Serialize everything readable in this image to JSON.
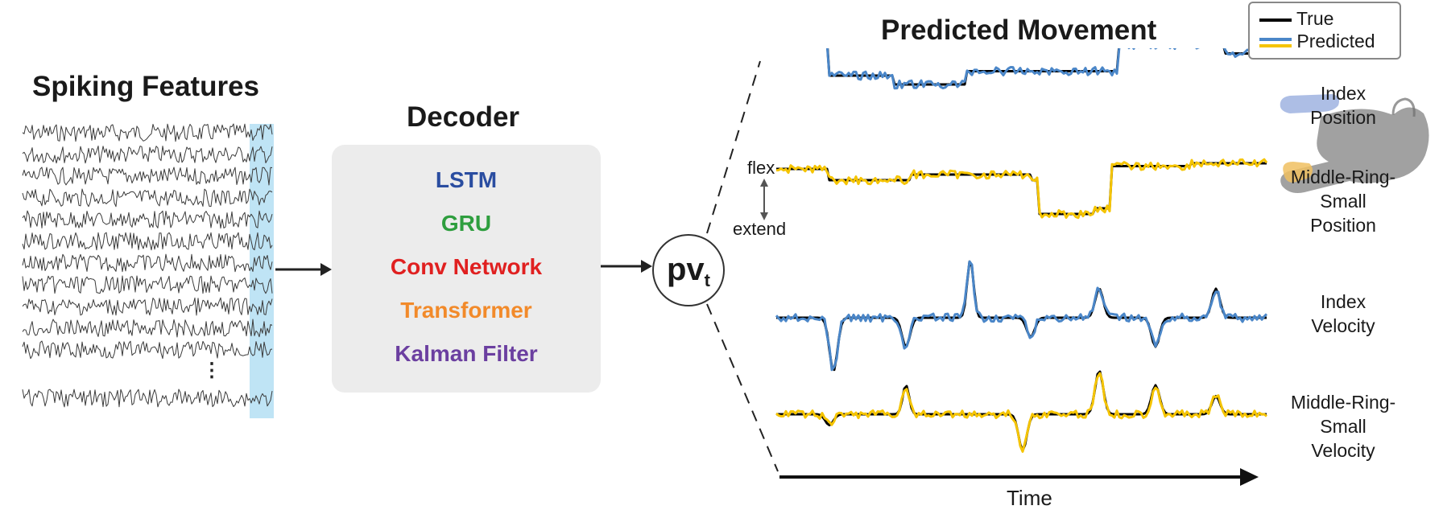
{
  "titles": {
    "spiking": "Spiking Features",
    "decoder": "Decoder",
    "movement": "Predicted Movement"
  },
  "decoder_models": [
    {
      "label": "LSTM",
      "color": "#2a4da0"
    },
    {
      "label": "GRU",
      "color": "#2e9e3e"
    },
    {
      "label": "Conv Network",
      "color": "#e02020"
    },
    {
      "label": "Transformer",
      "color": "#f28a2a"
    },
    {
      "label": "Kalman Filter",
      "color": "#6b3fa0"
    }
  ],
  "output_symbol": {
    "base": "pv",
    "subscript": "t"
  },
  "legend": [
    {
      "label": "True",
      "colors": [
        "#000000"
      ]
    },
    {
      "label": "Predicted",
      "colors": [
        "#4a86c8",
        "#f5c400"
      ]
    }
  ],
  "axis": {
    "time_label": "Time",
    "flex_label": "flex",
    "extend_label": "extend"
  },
  "panels": [
    {
      "label_lines": [
        "Index",
        "Position"
      ],
      "pred_color": "#4a86c8"
    },
    {
      "label_lines": [
        "Middle-Ring-",
        "Small",
        "Position"
      ],
      "pred_color": "#f5c400"
    },
    {
      "label_lines": [
        "Index",
        "Velocity"
      ],
      "pred_color": "#4a86c8"
    },
    {
      "label_lines": [
        "Middle-Ring-",
        "Small",
        "Velocity"
      ],
      "pred_color": "#f5c400"
    }
  ],
  "colors": {
    "highlight": "#bfe4f5",
    "true_line": "#000000",
    "decoder_bg": "#ececec"
  }
}
